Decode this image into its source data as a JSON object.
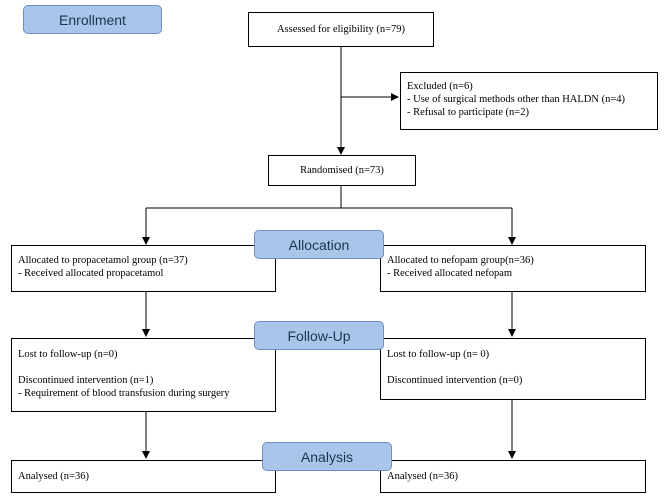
{
  "phases": {
    "enrollment": "Enrollment",
    "allocation": "Allocation",
    "follow_up": "Follow-Up",
    "analysis": "Analysis"
  },
  "assessed": "Assessed for eligibility (n=79)",
  "excluded": {
    "title": "Excluded (n=6)",
    "reasons": [
      "- Use of surgical methods other than HALDN (n=4)",
      "- Refusal to participate (n=2)"
    ]
  },
  "randomised": "Randomised (n=73)",
  "left_arm": {
    "allocation": [
      "Allocated to propacetamol group (n=37)",
      "- Received allocated propacetamol"
    ],
    "follow_up": {
      "lost": "Lost to follow-up (n=0)",
      "discontinued": "Discontinued intervention (n=1)",
      "reason": "- Requirement of blood transfusion during surgery"
    },
    "analysed": "Analysed (n=36)"
  },
  "right_arm": {
    "allocation": [
      "Allocated to nefopam group(n=36)",
      "- Received allocated nefopam"
    ],
    "follow_up": {
      "lost": "Lost to follow-up (n= 0)",
      "discontinued": "Discontinued intervention (n=0)"
    },
    "analysed": "Analysed (n=36)"
  }
}
